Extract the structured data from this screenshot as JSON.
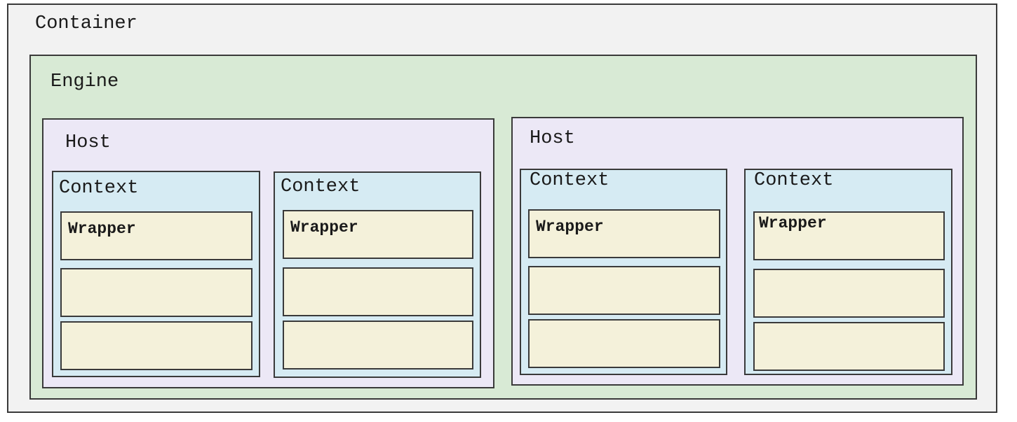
{
  "container": {
    "label": "Container"
  },
  "engine": {
    "label": "Engine"
  },
  "hosts": [
    {
      "label": "Host",
      "contexts": [
        {
          "label": "Context",
          "wrappers": [
            {
              "label": "Wrapper"
            },
            {
              "label": ""
            },
            {
              "label": ""
            }
          ]
        },
        {
          "label": "Context",
          "wrappers": [
            {
              "label": "Wrapper"
            },
            {
              "label": ""
            },
            {
              "label": ""
            }
          ]
        }
      ]
    },
    {
      "label": "Host",
      "contexts": [
        {
          "label": "Context",
          "wrappers": [
            {
              "label": "Wrapper"
            },
            {
              "label": ""
            },
            {
              "label": ""
            }
          ]
        },
        {
          "label": "Context",
          "wrappers": [
            {
              "label": "Wrapper"
            },
            {
              "label": ""
            },
            {
              "label": ""
            }
          ]
        }
      ]
    }
  ],
  "colors": {
    "container_bg": "#f2f2f2",
    "engine_bg": "#d8ead5",
    "host_bg": "#ece8f6",
    "context_bg": "#d6ebf3",
    "wrapper_bg": "#f4f1da",
    "border": "#3a3a3a"
  }
}
